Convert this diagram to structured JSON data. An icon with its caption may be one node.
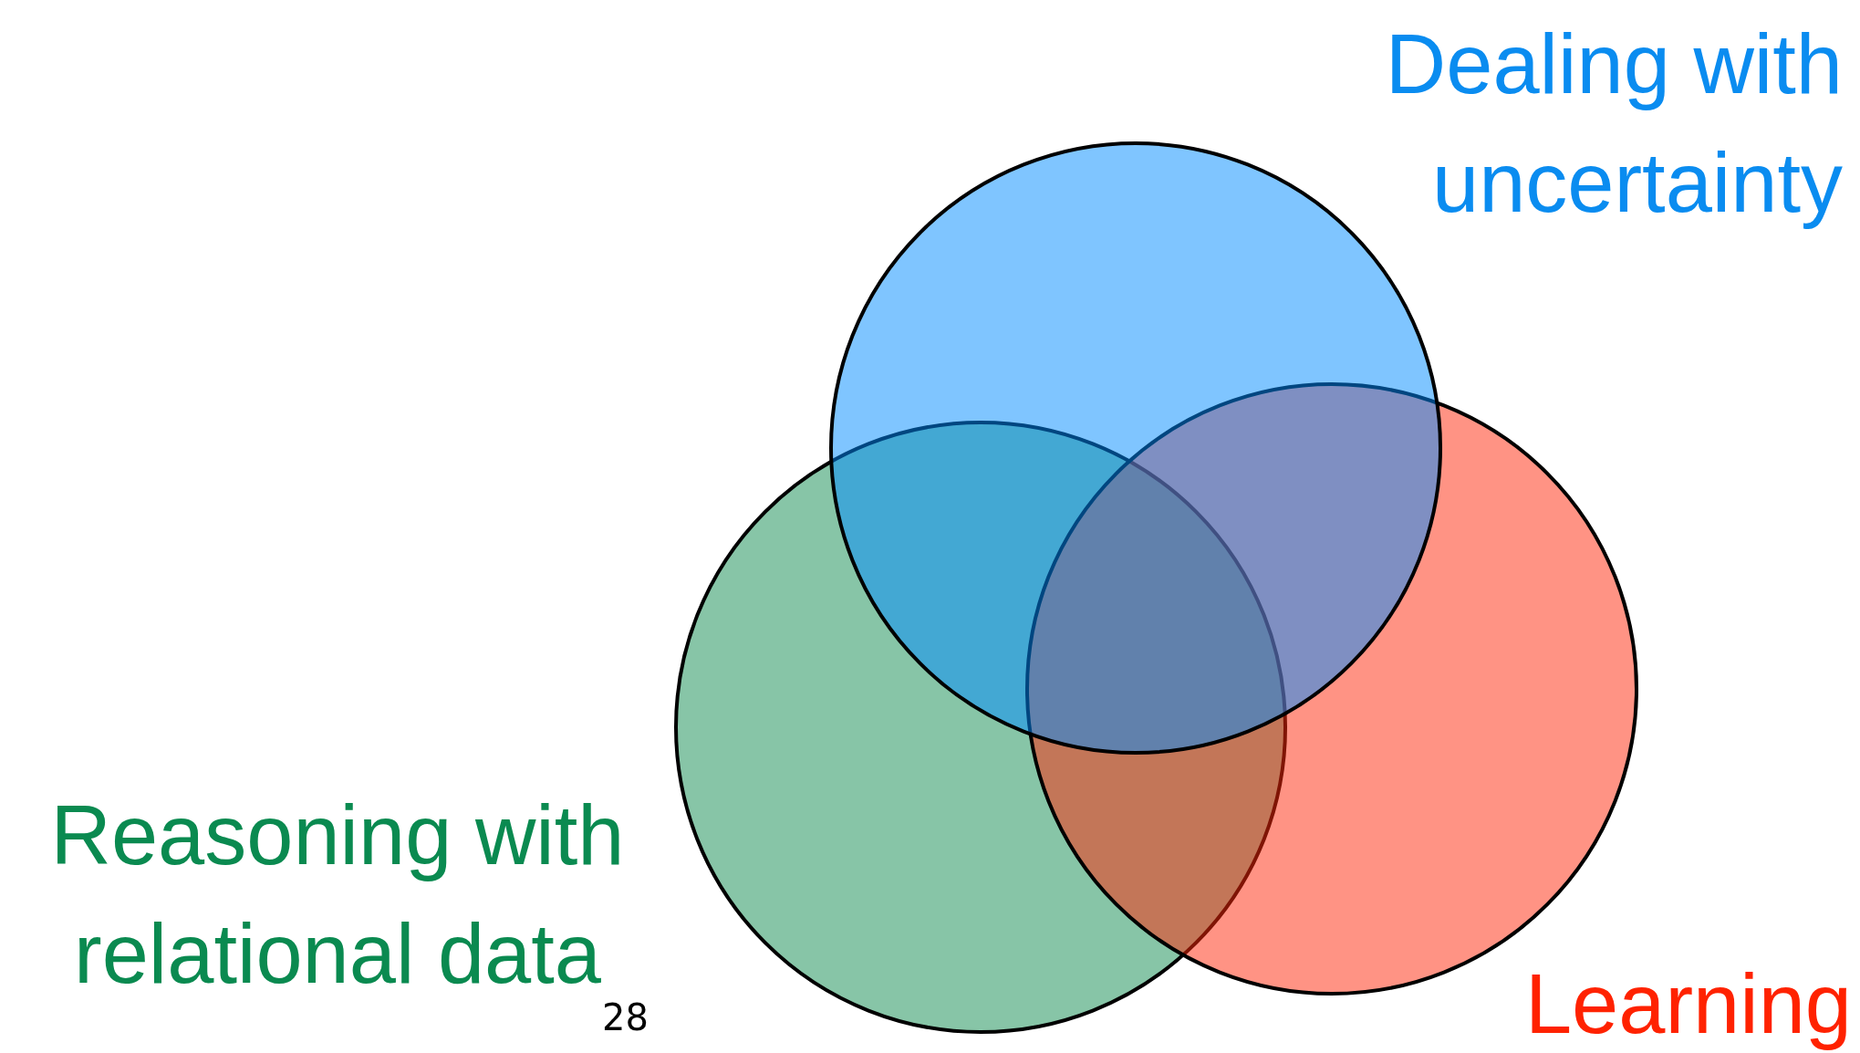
{
  "diagram": {
    "nodes": [
      {
        "text": [
          "Reasoning with relational data"
        ]
      },
      {
        "text": [
          "Learning"
        ]
      },
      {
        "text": [
          "Dealing with uncertainty"
        ]
      }
    ],
    "labels": [
      "28"
    ]
  }
}
